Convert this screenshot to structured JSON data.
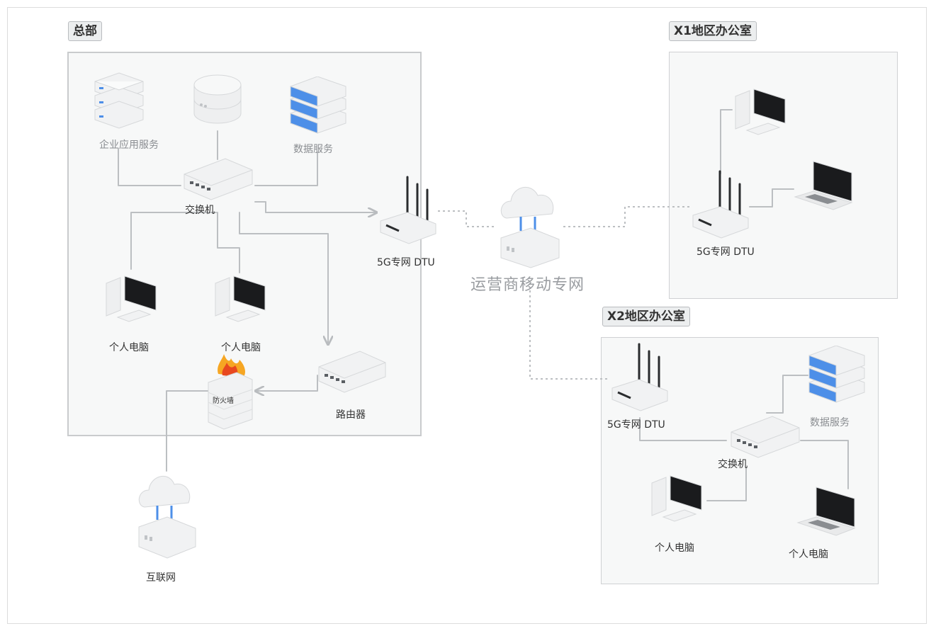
{
  "colors": {
    "line": "#b9bcbf",
    "dotted": "#b9bcbf",
    "panel": "#f7f8f8",
    "blue": "#4d8fe8",
    "flame": "#f6a623"
  },
  "hq": {
    "title": "总部",
    "app_server": "企业应用服务",
    "data_service": "数据服务",
    "switch": "交换机",
    "pc1": "个人电脑",
    "pc2": "个人电脑",
    "router": "路由器",
    "firewall": "防火墙",
    "dtu": "5G专网 DTU"
  },
  "internet": {
    "label": "互联网"
  },
  "carrier": {
    "label": "运营商移动专网"
  },
  "x1": {
    "title": "X1地区办公室",
    "dtu": "5G专网 DTU"
  },
  "x2": {
    "title": "X2地区办公室",
    "dtu": "5G专网 DTU",
    "data_service": "数据服务",
    "switch": "交换机",
    "pc1": "个人电脑",
    "pc2": "个人电脑"
  }
}
